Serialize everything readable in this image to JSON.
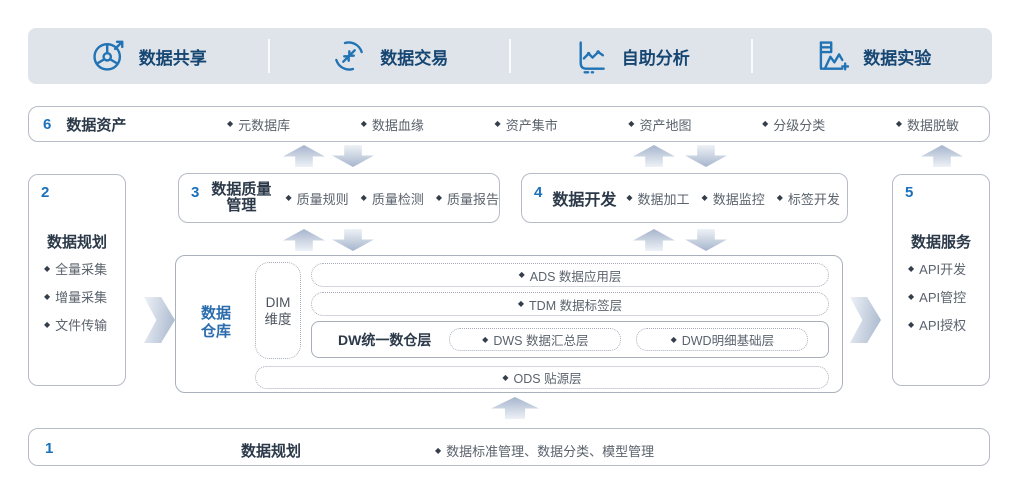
{
  "glyphs": {
    "bullet": "◆"
  },
  "colors": {
    "accent_blue": "#1a70ba",
    "banner_text": "#164672",
    "icon_blue": "#2173b4",
    "title_dark": "#2c3949",
    "item_gray": "#5b636d",
    "warehouse_blue": "#2b6cad",
    "banner_bg": "#dfe3ea",
    "border_gray": "#b6bcc6"
  },
  "banner": {
    "items": [
      {
        "icon": "disc-share-icon",
        "label": "数据共享"
      },
      {
        "icon": "exchange-arrows-icon",
        "label": "数据交易"
      },
      {
        "icon": "line-chart-icon",
        "label": "自助分析"
      },
      {
        "icon": "experiment-chart-icon",
        "label": "数据实验"
      }
    ]
  },
  "asset_row": {
    "number": "6",
    "title": "数据资产",
    "items": [
      "元数据库",
      "数据血缘",
      "资产集市",
      "资产地图",
      "分级分类",
      "数据脱敏"
    ]
  },
  "collect_box": {
    "number": "2",
    "title": "数据规划",
    "items": [
      "全量采集",
      "增量采集",
      "文件传输"
    ]
  },
  "quality_box": {
    "number": "3",
    "title_line1": "数据质量",
    "title_line2": "管理",
    "items": [
      "质量规则",
      "质量检测",
      "质量报告"
    ]
  },
  "dev_box": {
    "number": "4",
    "title": "数据开发",
    "items": [
      "数据加工",
      "数据监控",
      "标签开发"
    ]
  },
  "service_box": {
    "number": "5",
    "title": "数据服务",
    "items": [
      "API开发",
      "API管控",
      "API授权"
    ]
  },
  "warehouse": {
    "title_line1": "数据",
    "title_line2": "仓库",
    "dim_line1": "DIM",
    "dim_line2": "维度",
    "ads_label": "ADS 数据应用层",
    "tdm_label": "TDM 数据标签层",
    "dw_label": "DW统一数仓层",
    "dws_label": "DWS 数据汇总层",
    "dwd_label": "DWD明细基础层",
    "ods_label": "ODS 贴源层"
  },
  "plan_row": {
    "number": "1",
    "title": "数据规划",
    "items_text": "数据标准管理、数据分类、模型管理"
  }
}
